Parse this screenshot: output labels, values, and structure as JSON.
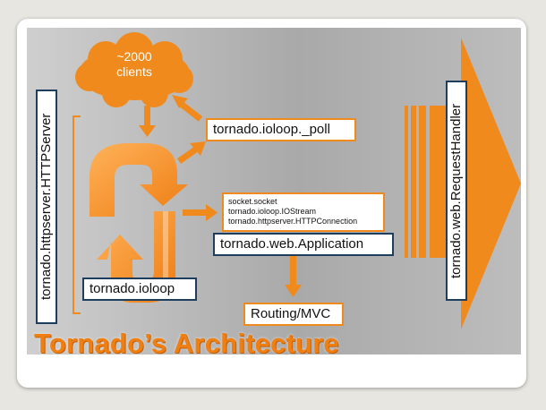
{
  "diagram": {
    "cloud_text": "~2000\nclients",
    "poll_label": "tornado.ioloop._poll",
    "ioloop_label": "tornado.ioloop",
    "httpserver_label": "tornado.httpserver.HTTPServer",
    "connection_items": [
      "socket.socket",
      "tornado.ioloop.IOStream",
      "tornado.httpserver.HTTPConnection"
    ],
    "application_label": "tornado.web.Application",
    "routing_label": "Routing/MVC",
    "requesthandler_label": "tornado.web.RequestHandler",
    "title": "Tornado’s Architecture"
  },
  "colors": {
    "accent": "#f08a1c",
    "navy": "#1f3d5c",
    "title": "#f07f12"
  }
}
